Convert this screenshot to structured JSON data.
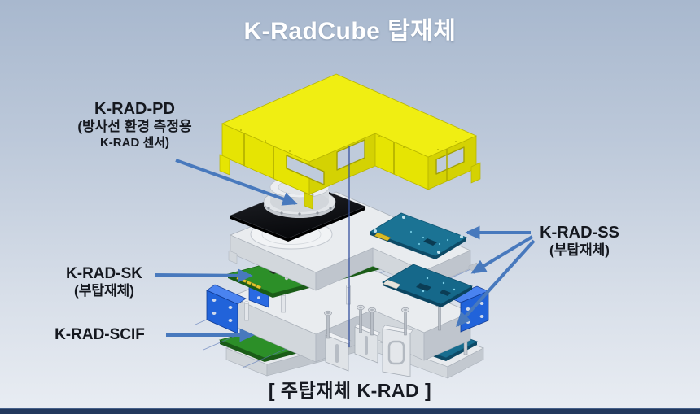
{
  "slide": {
    "title": "K-RadCube 탑재체",
    "footer_caption": "[ 주탑재체 K-RAD ]"
  },
  "callouts": {
    "pd": {
      "label": "K-RAD-PD",
      "desc_line1": "(방사선 환경 측정용",
      "desc_line2": "K-RAD 센서)"
    },
    "sk": {
      "label": "K-RAD-SK",
      "desc": "(부탑재체)"
    },
    "scif": {
      "label": "K-RAD-SCIF"
    },
    "ss": {
      "label": "K-RAD-SS",
      "desc": "(부탑재체)"
    }
  },
  "diagram": {
    "type": "exploded-view",
    "parts": [
      "yellow-cover-housing",
      "pd-sensor-black-plate",
      "pd-sensor-dome",
      "upper-chassis-deck",
      "ss-pcb-top",
      "ss-pcb-middle",
      "ss-pcb-bottom",
      "sk-pcb",
      "scif-pcb",
      "lower-chassis-deck",
      "mounting-bracket-left",
      "mounting-bracket-right",
      "base-tray",
      "shear-plates",
      "fastener-screws",
      "assembly-axis-line",
      "leader-arrows"
    ],
    "colors": {
      "cover_yellow": "#efed10",
      "pcb_teal": "#1b7394",
      "pcb_green": "#2c8f28",
      "bracket_blue": "#2163da",
      "chassis_white": "#e9ecef",
      "sensor_plate_black": "#121418",
      "arrow_blue": "#4879bd",
      "label_text": "#15181f",
      "title_text": "#ffffff",
      "background_top": "#a8b8ce",
      "background_bottom": "#e9edf3",
      "footer_bar": "#22385c"
    }
  }
}
